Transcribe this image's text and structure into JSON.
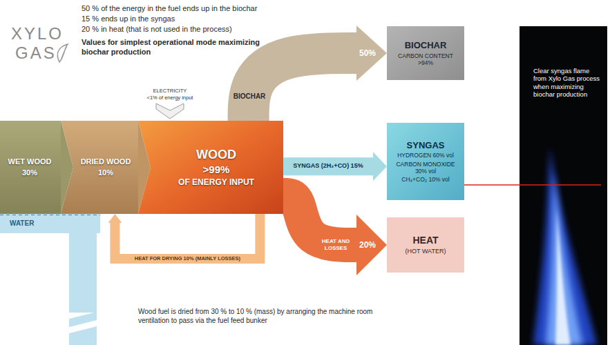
{
  "diagram": {
    "nodes": [
      {
        "text": [
          "WET WOOD",
          "30%"
        ]
      },
      {
        "text": [
          "DRIED WOOD",
          "10%"
        ]
      },
      {
        "text": [
          "WOOD",
          ">99%",
          "OF ENERGY INPUT"
        ]
      },
      {
        "text": [
          "WATER"
        ]
      },
      {
        "text": [
          "BIOCHAR",
          "CARBON CONTENT >94%"
        ]
      },
      {
        "text": [
          "SYNGAS",
          "HYDROGEN 60% vol",
          "CARBON MONOXIDE 30% vol",
          "CH₄+CO₂ 10% vol"
        ]
      },
      {
        "text": [
          "HEAT",
          "(HOT WATER)"
        ]
      },
      {
        "text": [
          "Clear syngas flame from Xylo Gas process when maximizing biochar production"
        ]
      }
    ],
    "edges": [
      {
        "from": 0,
        "to": 1,
        "arrow": "to"
      },
      {
        "from": 1,
        "to": 2,
        "arrow": "to"
      },
      {
        "from": 2,
        "to": 4,
        "label": "50%",
        "arrow": "to"
      },
      {
        "from": 2,
        "to": 5,
        "label": "SYNGAS (2H₂+CO) 15%",
        "arrow": "to"
      },
      {
        "from": 2,
        "to": 6,
        "label": "20%",
        "arrow": "to"
      },
      {
        "from": 2,
        "to": 1,
        "label": "HEAT FOR DRYING 10% (MAINLY LOSSES)",
        "arrow": "to"
      },
      {
        "from": 5,
        "to": 7,
        "arrow": "none"
      }
    ],
    "labels": [
      "XYLO",
      "GAS",
      "50 % of the energy in the fuel ends up in the biochar",
      "15 % ends up in the syngas",
      "20 % in heat (that is not used in the process)",
      "Values for simplest operational mode maximizing biochar production",
      "ELECTRICITY",
      "<1% of energy input",
      "BIOCHAR",
      "HEAT AND LOSSES",
      "Wood fuel is dried from 30 % to 10 % (mass) by arranging the machine room ventilation to pass via the fuel feed bunker"
    ]
  }
}
